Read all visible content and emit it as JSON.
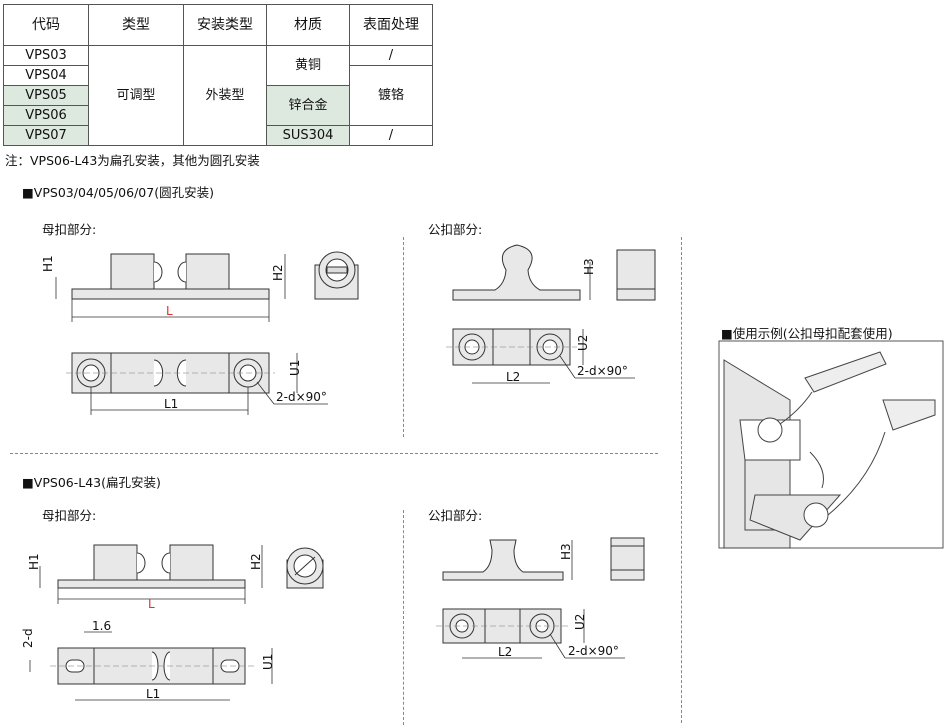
{
  "table": {
    "headers": [
      "代码",
      "类型",
      "安装类型",
      "材质",
      "表面处理"
    ],
    "codes": [
      "VPS03",
      "VPS04",
      "VPS05",
      "VPS06",
      "VPS07"
    ],
    "type": "可调型",
    "install": "外装型",
    "material_brass": "黄铜",
    "material_zinc": "锌合金",
    "material_sus": "SUS304",
    "surface_none_1": "/",
    "surface_chrome": "镀铬",
    "surface_none_2": "/"
  },
  "note": "注：VPS06-L43为扁孔安装，其他为圆孔安装",
  "section1": {
    "title": "■VPS03/04/05/06/07(圆孔安装)",
    "female_label": "母扣部分:",
    "male_label": "公扣部分:",
    "dims": {
      "H1": "H1",
      "H2": "H2",
      "H3": "H3",
      "L": "L",
      "L1": "L1",
      "L2": "L2",
      "U1": "U1",
      "U2": "U2",
      "hole": "2-d×90°",
      "hole2": "2-d×90°"
    }
  },
  "usage": {
    "title": "■使用示例(公扣母扣配套使用)"
  },
  "section2": {
    "title": "■VPS06-L43(扁孔安装)",
    "female_label": "母扣部分:",
    "male_label": "公扣部分:",
    "dims": {
      "H1": "H1",
      "H2": "H2",
      "H3": "H3",
      "L": "L",
      "L1": "L1",
      "L2": "L2",
      "U1": "U1",
      "U2": "U2",
      "d2": "2-d",
      "w16": "1.6",
      "hole": "2-d×90°"
    }
  },
  "colors": {
    "part_fill": "#e8e8e8",
    "part_stroke": "#333",
    "dim_red": "#e0302a",
    "table_green": "#dde9de"
  }
}
